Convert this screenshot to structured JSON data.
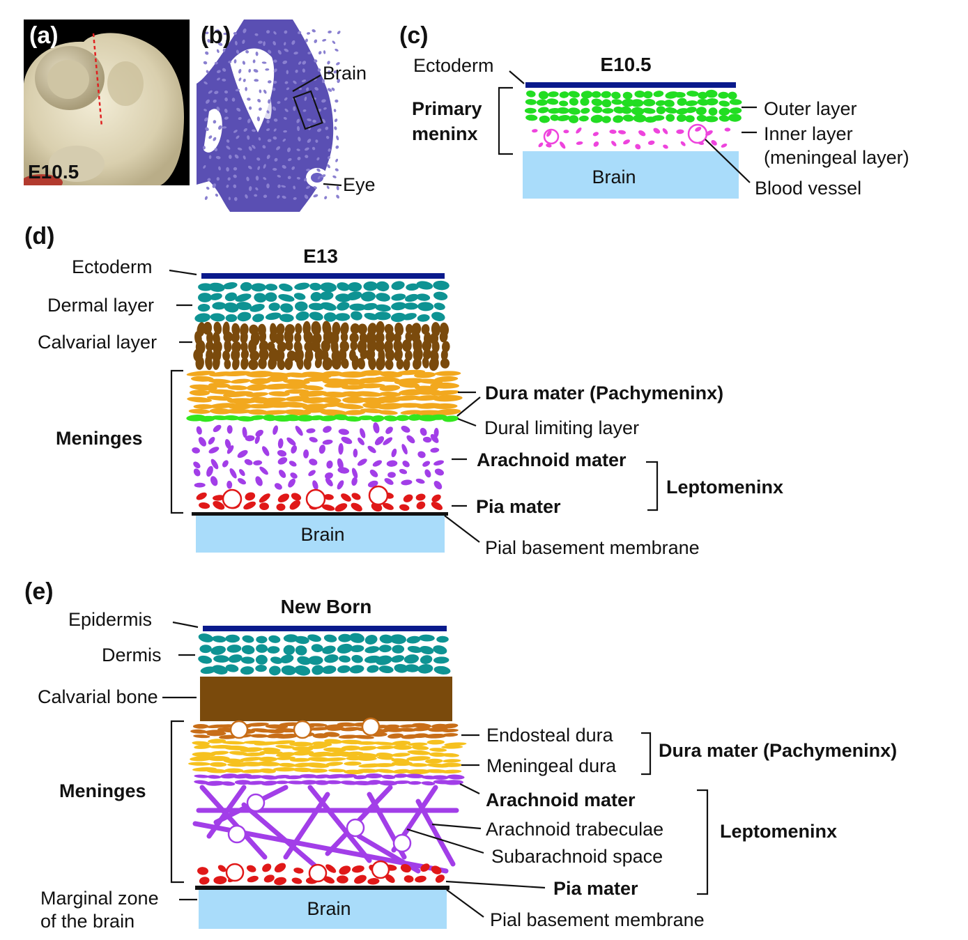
{
  "colors": {
    "ectoderm": "#0a1a8c",
    "primary_outer": "#22dd22",
    "primary_inner": "#ee44dd",
    "dermal": "#0e9393",
    "calvarial": "#7a4a0c",
    "dura": "#f2a81e",
    "dural_limiting": "#33e61e",
    "arachnoid": "#a23ee8",
    "pia": "#e01818",
    "brain": "#a9dcfa",
    "endosteal": "#c86e18",
    "meningeal_dura": "#f6c11e"
  },
  "panel_a": {
    "letter": "(a)",
    "stage": "E10.5"
  },
  "panel_b": {
    "letter": "(b)",
    "brain": "Brain",
    "eye": "Eye"
  },
  "panel_c": {
    "letter": "(c)",
    "title": "E10.5",
    "ectoderm": "Ectoderm",
    "primary_meninx": [
      "Primary",
      "meninx"
    ],
    "outer_layer": "Outer layer",
    "inner_layer": [
      "Inner layer",
      "(meningeal layer)"
    ],
    "brain": "Brain",
    "blood_vessel": "Blood vessel"
  },
  "panel_d": {
    "letter": "(d)",
    "title": "E13",
    "ectoderm": "Ectoderm",
    "dermal": "Dermal layer",
    "calvarial": "Calvarial layer",
    "meninges": "Meninges",
    "dura": "Dura mater (Pachymeninx)",
    "dural_limiting": "Dural limiting layer",
    "arachnoid": "Arachnoid mater",
    "leptomeninx": "Leptomeninx",
    "pia": "Pia mater",
    "brain": "Brain",
    "pial_membrane": "Pial basement membrane"
  },
  "panel_e": {
    "letter": "(e)",
    "title": "New Born",
    "epidermis": "Epidermis",
    "dermis": "Dermis",
    "calvarial_bone": "Calvarial bone",
    "meninges": "Meninges",
    "endosteal": "Endosteal dura",
    "meningeal_dura": "Meningeal dura",
    "dura": "Dura mater (Pachymeninx)",
    "arachnoid": "Arachnoid mater",
    "trabeculae": "Arachnoid trabeculae",
    "subarachnoid": "Subarachnoid space",
    "leptomeninx": "Leptomeninx",
    "pia": "Pia mater",
    "marginal_zone": [
      "Marginal zone",
      "of the brain"
    ],
    "brain": "Brain",
    "pial_membrane": "Pial basement membrane"
  }
}
